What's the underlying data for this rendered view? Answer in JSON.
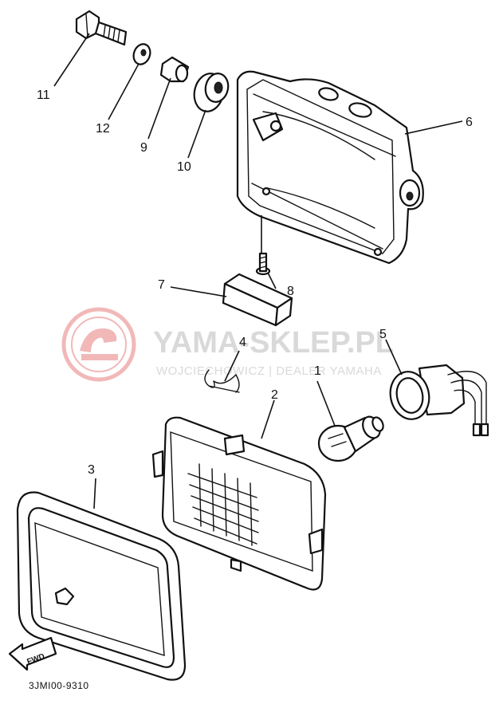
{
  "diagram": {
    "drawing_code": "3JMI00-9310",
    "direction_marker": "FWD",
    "callouts": [
      "1",
      "2",
      "3",
      "4",
      "5",
      "6",
      "7",
      "8",
      "9",
      "10",
      "11",
      "12"
    ]
  },
  "watermark": {
    "brand": "YAMA-SKLEP.PL",
    "subtitle": "WOJCIECHOWICZ | DEALER YAMAHA",
    "logo_color": "#f2b8b8",
    "text_color": "#d9d9d9"
  }
}
